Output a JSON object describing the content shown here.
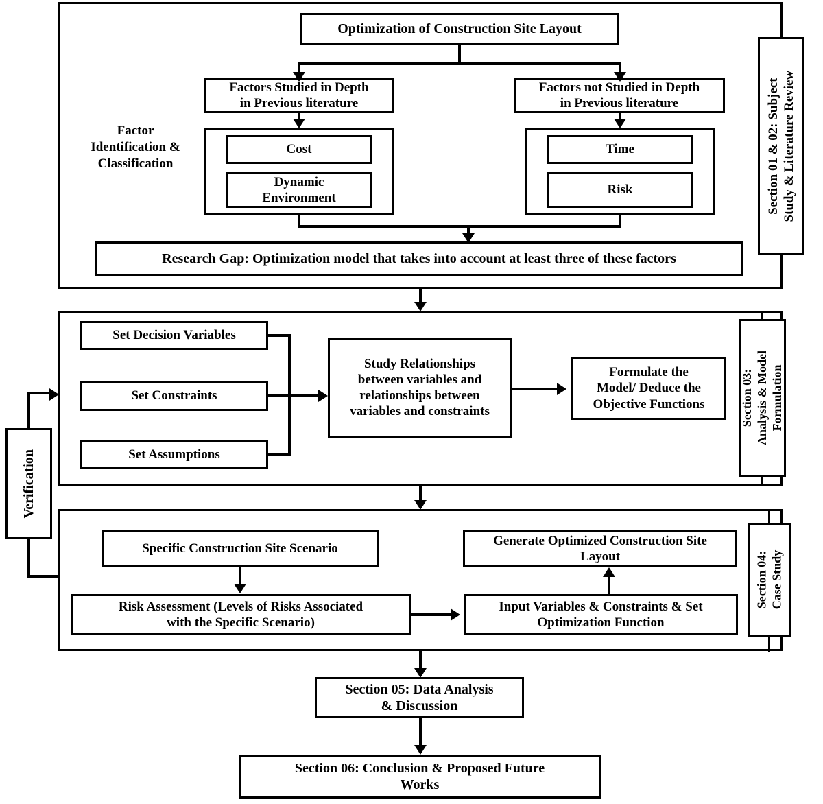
{
  "diagram": {
    "title": "Research Framework Flowchart: Optimization of Construction Site Layout",
    "type": "flowchart",
    "accent_color": "#000000",
    "background_color": "#ffffff"
  },
  "section_tabs": {
    "s12": "Section 01 & 02: Subject\nStudy & Literature Review",
    "s12_line1": "Section 01 & 02: Subject",
    "s12_line2": "Study & Literature Review",
    "s03_line1": "Section 03:",
    "s03_line2": "Analysis & Model",
    "s03_line3": "Formulation",
    "s04_line1": "Section 04:",
    "s04_line2": "Case Study"
  },
  "section12": {
    "root_box": "Optimization of Construction Site Layout",
    "side_label_line1": "Factor",
    "side_label_line2": "Identification &",
    "side_label_line3": "Classification",
    "left_branch_line1": "Factors Studied in Depth",
    "left_branch_line2": "in Previous literature",
    "right_branch_line1": "Factors not Studied in Depth",
    "right_branch_line2": "in Previous literature",
    "left_factors": [
      "Cost",
      "Dynamic\nEnvironment"
    ],
    "left_factor_1": "Cost",
    "left_factor_2_line1": "Dynamic",
    "left_factor_2_line2": "Environment",
    "right_factors": [
      "Time",
      "Risk"
    ],
    "right_factor_1": "Time",
    "right_factor_2": "Risk",
    "research_gap": "Research Gap: Optimization model that takes into account at least three of these factors"
  },
  "section03": {
    "inputs": [
      "Set Decision Variables",
      "Set Constraints",
      "Set Assumptions"
    ],
    "input_1": "Set Decision Variables",
    "input_2": "Set Constraints",
    "input_3": "Set Assumptions",
    "study_box_line1": "Study Relationships",
    "study_box_line2": "between variables and",
    "study_box_line3": "relationships between",
    "study_box_line4": "variables and constraints",
    "formulate_line1": "Formulate the",
    "formulate_line2": "Model/ Deduce the",
    "formulate_line3": "Objective Functions"
  },
  "section04": {
    "scenario_box": "Specific Construction Site Scenario",
    "risk_line1": "Risk Assessment (Levels of  Risks Associated",
    "risk_line2": "with the Specific Scenario)",
    "input_vars_line1": "Input Variables & Constraints & Set",
    "input_vars_line2": "Optimization Function",
    "generate_line1": "Generate Optimized Construction Site",
    "generate_line2": "Layout"
  },
  "feedback": {
    "verification_label": "Verification"
  },
  "section05": {
    "line1": "Section 05: Data Analysis",
    "line2": "& Discussion"
  },
  "section06": {
    "line1": "Section 06: Conclusion & Proposed Future",
    "line2": "Works"
  }
}
